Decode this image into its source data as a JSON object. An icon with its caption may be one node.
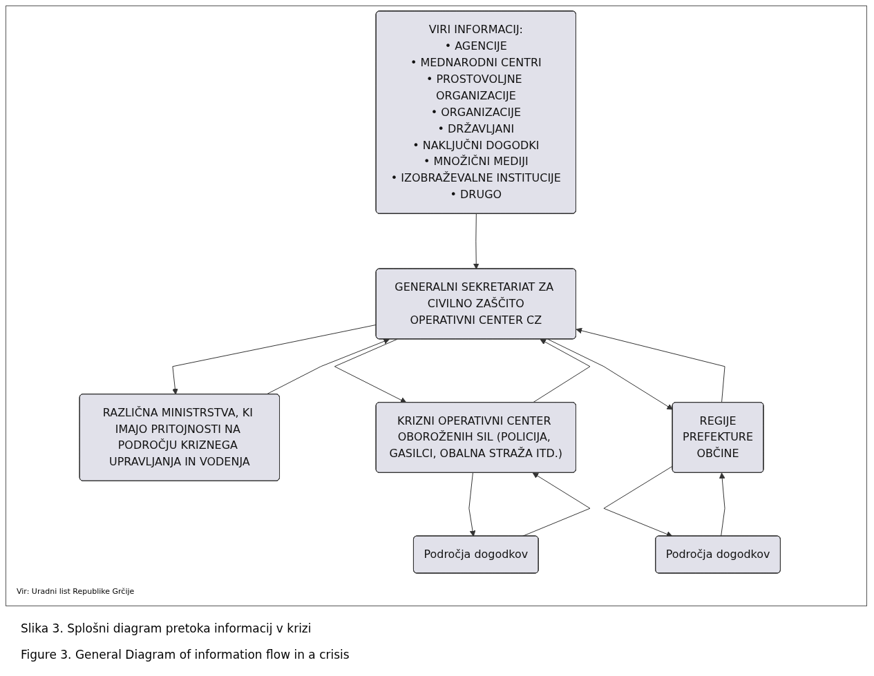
{
  "diagram": {
    "caption": "Slika 3. Splošni diagram pretoka informacij v krizi",
    "nodes": [
      {
        "text": [
          "RAZLIČNA MINISTRSTVA, KI IMAJO PRITOJNOSTI NA PODROČJU KRIZNEGA UPRAVLJANJA IN VODENJA"
        ]
      },
      {
        "text": [
          "GENERALNI SEKRETARIAT ZA CIVILNO ZAŠČITO",
          "OPERATIVNI CENTER CZ"
        ]
      },
      {
        "text": [
          "VIRI INFORMACIJ:",
          "• AGENCIJE",
          "• MEDNARODNI CENTRI",
          "• PROSTOVOLJNE ORGANIZACIJE",
          "• ORGANIZACIJE",
          "• DRŽAVLJANI",
          "• NAKLJUČNI DOGODKI",
          "• MNOŽIČNI MEDIJI",
          "• IZOBRAŽEVALNE INSTITUCIJE",
          "• DRUGO"
        ]
      },
      {
        "text": [
          "KRIZNI OPERATIVNI CENTER OBOROŽENIH SIL (POLICIJA, GASILCI, OBALNA STRAŽA ITD.)"
        ]
      },
      {
        "text": [
          "REGIJE",
          "PREFEKTURE",
          "OBČINE"
        ]
      },
      {
        "text": [
          "Področja dogodkov"
        ]
      },
      {
        "text": [
          "Področja dogodkov"
        ]
      }
    ],
    "edges": [
      {
        "from": 0,
        "to": 1,
        "arrow": "to"
      },
      {
        "from": 1,
        "to": 0,
        "arrow": "to"
      },
      {
        "from": 2,
        "to": 1,
        "arrow": "to"
      },
      {
        "from": 1,
        "to": 3,
        "arrow": "to"
      },
      {
        "from": 3,
        "to": 1,
        "arrow": "to"
      },
      {
        "from": 4,
        "to": 1,
        "arrow": "to"
      },
      {
        "from": 1,
        "to": 4,
        "arrow": "to"
      },
      {
        "from": 3,
        "to": 5,
        "arrow": "to"
      },
      {
        "from": 5,
        "to": 3,
        "arrow": "to"
      },
      {
        "from": 4,
        "to": 6,
        "arrow": "to"
      },
      {
        "from": 6,
        "to": 4,
        "arrow": "to"
      }
    ],
    "labels": [
      "Vir: Uradni list Republike Grčije",
      "Figure 3. General Diagram of information flow in a crisis"
    ]
  }
}
